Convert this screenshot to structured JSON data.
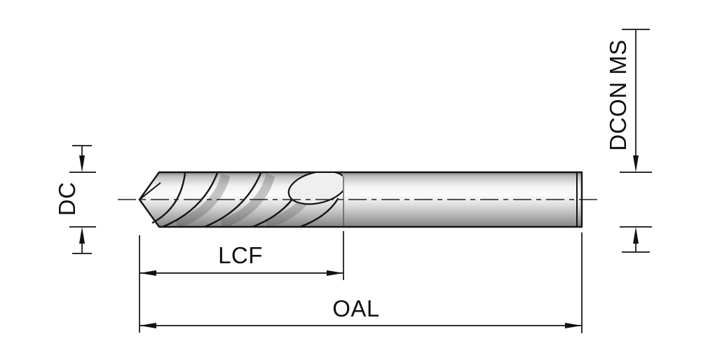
{
  "diagram": {
    "type": "drill-dimension-drawing",
    "labels": {
      "dc": "DC",
      "dcon_ms": "DCON MS",
      "lcf": "LCF",
      "oal": "OAL"
    },
    "colors": {
      "background": "#ffffff",
      "line": "#111111",
      "metal_light": "#fbfbfb",
      "metal_dark": "#838383"
    }
  }
}
